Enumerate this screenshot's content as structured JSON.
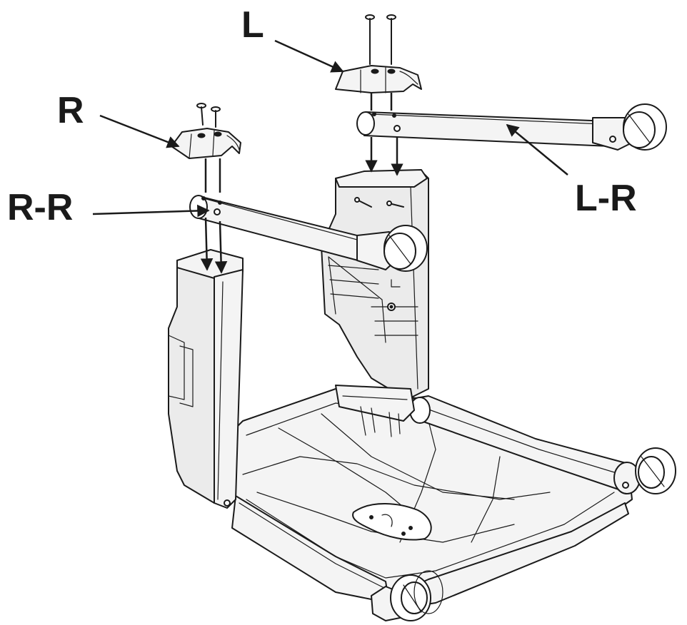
{
  "labels": {
    "left_cover": "L",
    "right_cover": "R",
    "right_rail": "R-R",
    "left_rail": "L-R"
  },
  "colors": {
    "line": "#1a1a1a",
    "fill_light": "#f4f4f4",
    "background": "#ffffff"
  }
}
